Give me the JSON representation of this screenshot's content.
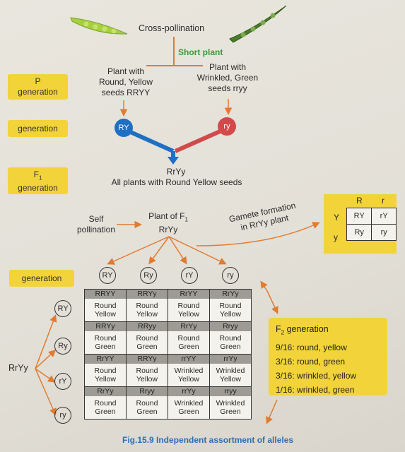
{
  "header": {
    "cross_pollination": "Cross-pollination",
    "short_plant": "Short plant",
    "parent_left": [
      "Plant with",
      "Round, Yellow",
      "seeds RRYY"
    ],
    "parent_right": [
      "Plant with",
      "Wrinkled, Green",
      "seeds rryy"
    ]
  },
  "tags": {
    "p_generation": [
      "P",
      "generation"
    ],
    "generation": "generation",
    "f1_generation": [
      "F",
      "1",
      "generation"
    ],
    "generation2": "generation"
  },
  "gametes": {
    "left": "RY",
    "right": "ry"
  },
  "f1": {
    "genotype": "RrYy",
    "description": "All plants with Round Yellow seeds"
  },
  "self": {
    "self_pollination": [
      "Self",
      "pollination"
    ],
    "plant_f1": [
      "Plant of F",
      "1",
      "RrYy"
    ],
    "gamete_formation": [
      "Gamete formation",
      "in RrYy plant"
    ]
  },
  "mini_square": {
    "cols": [
      "R",
      "r"
    ],
    "rows": [
      "Y",
      "y"
    ],
    "cells": [
      [
        "RY",
        "rY"
      ],
      [
        "Ry",
        "ry"
      ]
    ]
  },
  "punnett": {
    "top_gametes": [
      "RY",
      "Ry",
      "rY",
      "ry"
    ],
    "side_gametes": [
      "RY",
      "Ry",
      "rY",
      "ry"
    ],
    "side_label": "RrYy",
    "rows": [
      [
        [
          "RRYY",
          "Round",
          "Yellow"
        ],
        [
          "RRYy",
          "Round",
          "Yellow"
        ],
        [
          "RrYY",
          "Round",
          "Yellow"
        ],
        [
          "RrYy",
          "Round",
          "Yellow"
        ]
      ],
      [
        [
          "RRYy",
          "Round",
          "Green"
        ],
        [
          "RRyy",
          "Round",
          "Green"
        ],
        [
          "RrYy",
          "Round",
          "Green"
        ],
        [
          "Rryy",
          "Round",
          "Green"
        ]
      ],
      [
        [
          "RrYY",
          "Round",
          "Yellow"
        ],
        [
          "RRYy",
          "Round",
          "Yellow"
        ],
        [
          "rrYY",
          "Wrinkled",
          "Yellow"
        ],
        [
          "rrYy",
          "Wrinkled",
          "Yellow"
        ]
      ],
      [
        [
          "RrYy",
          "Round",
          "Green"
        ],
        [
          "Rryy",
          "Round",
          "Green"
        ],
        [
          "rrYy",
          "Wrinkled",
          "Green"
        ],
        [
          "rryy",
          "Wrinkled",
          "Green"
        ]
      ]
    ]
  },
  "f2": {
    "title": [
      "F",
      "2",
      " generation"
    ],
    "ratios": [
      "9/16: round, yellow",
      "3/16: round, green",
      "3/16: wrinkled, yellow",
      "1/16: wrinkled, green"
    ]
  },
  "caption": "Fig.15.9 Independent assortment of alleles",
  "colors": {
    "tag": "#f2d33a",
    "arrow": "#e07b30",
    "blue": "#1f6fc2",
    "red": "#d24a4a"
  }
}
